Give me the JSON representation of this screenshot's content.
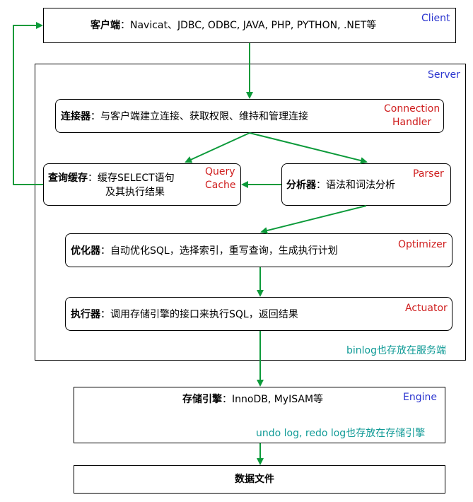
{
  "client": {
    "title": "客户端",
    "text": "：Navicat、JDBC, ODBC, JAVA, PHP, PYTHON, .NET等",
    "tag": "Client"
  },
  "server": {
    "tag": "Server",
    "note": "binlog也存放在服务端"
  },
  "connector": {
    "title": "连接器",
    "text": "：与客户端建立连接、获取权限、维持和管理连接",
    "tag_line1": "Connection",
    "tag_line2": "Handler"
  },
  "cache": {
    "title": "查询缓存",
    "text_line1": "：缓存SELECT语句",
    "text_line2": "及其执行结果",
    "tag_line1": "Query",
    "tag_line2": "Cache"
  },
  "parser": {
    "title": "分析器",
    "text": "：语法和词法分析",
    "tag": "Parser"
  },
  "optimizer": {
    "title": "优化器",
    "text": "：自动优化SQL，选择索引，重写查询，生成执行计划",
    "tag": "Optimizer"
  },
  "executor": {
    "title": "执行器",
    "text": "：调用存储引擎的接口来执行SQL，返回结果",
    "tag": "Actuator"
  },
  "engine": {
    "title": "存储引擎",
    "text": "：InnoDB, MyISAM等",
    "tag": "Engine",
    "note": "undo log, redo log也存放在存储引擎"
  },
  "datafile": {
    "title": "数据文件"
  },
  "colors": {
    "arrow": "#0c9a3a",
    "tag_blue": "#2b35cf",
    "tag_red": "#cf1e1e",
    "tag_teal": "#0f9a96"
  }
}
